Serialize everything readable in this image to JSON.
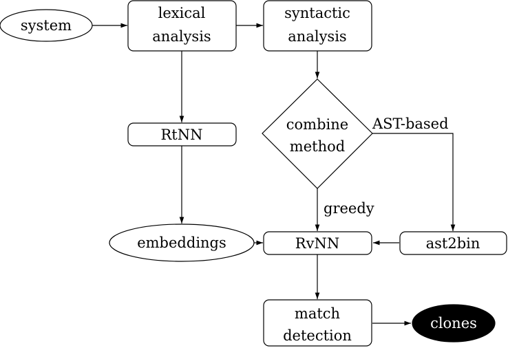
{
  "nodes": {
    "system": {
      "label": "system"
    },
    "lexical": {
      "line1": "lexical",
      "line2": "analysis"
    },
    "syntactic": {
      "line1": "syntactic",
      "line2": "analysis"
    },
    "combine": {
      "line1": "combine",
      "line2": "method"
    },
    "rtnn": {
      "label": "RtNN"
    },
    "embeddings": {
      "label": "embeddings"
    },
    "rvnn": {
      "label": "RvNN"
    },
    "ast2bin": {
      "label": "ast2bin"
    },
    "match": {
      "line1": "match",
      "line2": "detection"
    },
    "clones": {
      "label": "clones"
    }
  },
  "edge_labels": {
    "ast_based": "AST-based",
    "greedy": "greedy"
  },
  "colors": {
    "stroke": "#000000",
    "fill": "#ffffff",
    "terminal_fill": "#000000",
    "terminal_text": "#ffffff"
  }
}
